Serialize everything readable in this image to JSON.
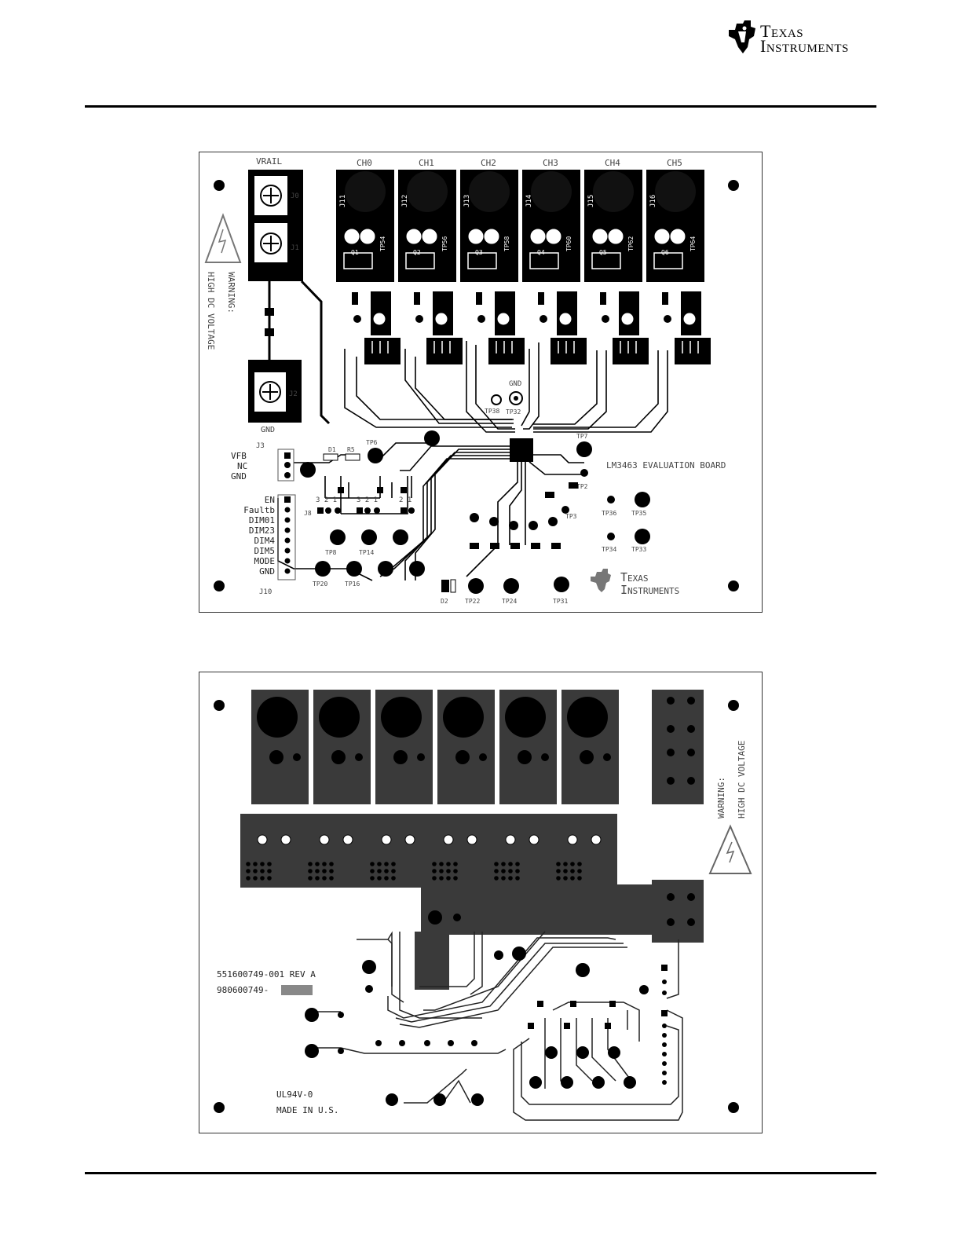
{
  "header": {
    "brand_line1": "Texas",
    "brand_line2": "Instruments"
  },
  "top_board": {
    "connector_title": "VRAIL",
    "connector_labels": [
      "J0",
      "J1",
      "J2"
    ],
    "gnd_label": "GND",
    "warning_line1": "WARNING:",
    "warning_line2": "HIGH DC VOLTAGE",
    "channels": [
      "CH0",
      "CH1",
      "CH2",
      "CH3",
      "CH4",
      "CH5"
    ],
    "jacks": [
      "J11",
      "J12",
      "J13",
      "J14",
      "J15",
      "J16"
    ],
    "fets": [
      "Q1",
      "Q2",
      "Q3",
      "Q4",
      "Q5",
      "Q6"
    ],
    "fet_tps": [
      "TP54",
      "TP56",
      "TP58",
      "TP60",
      "TP62",
      "TP64"
    ],
    "j3_label": "J3",
    "j3_pins": [
      "VFB",
      "NC",
      "GND"
    ],
    "j10_label": "J10",
    "j10_pins": [
      "EN",
      "Faultb",
      "DIM01",
      "DIM23",
      "DIM4",
      "DIM5",
      "MODE",
      "GND"
    ],
    "misc_labels": [
      "D1",
      "R5",
      "TP6",
      "J8",
      "TP7",
      "TP2",
      "TP3",
      "TP8",
      "TP14",
      "TP20",
      "TP16",
      "TP22",
      "TP24",
      "TP31",
      "D2",
      "GND",
      "TP32",
      "TP38"
    ],
    "tp_pairs": [
      "TP36",
      "TP35",
      "TP34",
      "TP33"
    ],
    "board_name": "LM3463 EVALUATION BOARD",
    "logo_line1": "Texas",
    "logo_line2": "Instruments"
  },
  "bottom_board": {
    "part_number": "551600749-001 REV A",
    "assembly_number": "980600749-",
    "rating": "UL94V-0",
    "origin": "MADE IN U.S.",
    "warning_line1": "WARNING:",
    "warning_line2": "HIGH DC VOLTAGE"
  },
  "colors": {
    "copper_top": "#000000",
    "copper_bottom": "#3a3a3a",
    "silkscreen": "#444444"
  }
}
